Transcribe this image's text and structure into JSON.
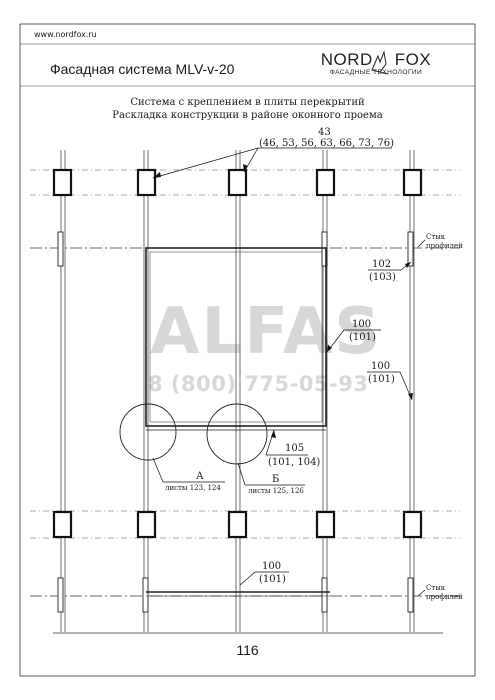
{
  "header": {
    "website": "www.nordfox.ru",
    "title": "Фасадная система MLV-v-20",
    "brand_left": "NORD",
    "brand_right": "FOX",
    "brand_tagline": "ФАСАДНЫЕ ТЕХНОЛОГИИ"
  },
  "drawing": {
    "heading_line1": "Система с креплением в плиты перекрытий",
    "heading_line2": "Раскладка конструкции в районе оконного проема",
    "callouts": [
      {
        "top": "43",
        "bottom": "(46, 53, 56, 63, 66, 73, 76)"
      },
      {
        "top": "102",
        "bottom": "(103)"
      },
      {
        "top": "100",
        "bottom": "(101)"
      },
      {
        "top": "100",
        "bottom": "(101)"
      },
      {
        "top": "105",
        "bottom": "(101, 104)"
      },
      {
        "top": "100",
        "bottom": "(101)"
      }
    ],
    "joint_label_line1": "Стык",
    "joint_label_line2": "профилей",
    "detail_a": {
      "letter": "А",
      "sheets": "листы 123, 124"
    },
    "detail_b": {
      "letter": "Б",
      "sheets": "листы 125, 126"
    }
  },
  "watermark": {
    "brand": "ALFAS",
    "phone": "8 (800) 775-05-93"
  },
  "footer": {
    "page_number": "116"
  }
}
